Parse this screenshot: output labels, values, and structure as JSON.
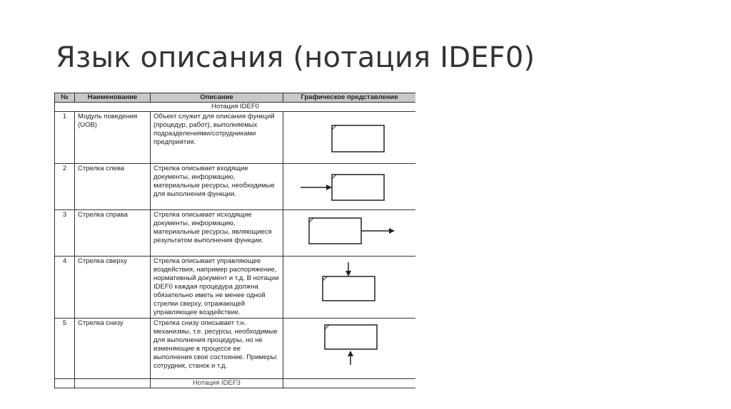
{
  "slide": {
    "title": "Язык описания (нотация IDEF0)"
  },
  "table": {
    "headers": {
      "num": "№",
      "name": "Наименование",
      "desc": "Описание",
      "graphic": "Графическое представление"
    },
    "section": "Нотация IDEF0",
    "rows": [
      {
        "num": "1",
        "name": "Модуль поведения (UOB)",
        "desc": "Объект служит для описания функций (процедур, работ), выполняемых подразделениями/сотрудниками предприятия."
      },
      {
        "num": "2",
        "name": "Стрелка слева",
        "desc": "Стрелка описывает входящие документы, информацию, материальные ресурсы, необходимые для выполнения функции."
      },
      {
        "num": "3",
        "name": "Стрелка справа",
        "desc": "Стрелка описывает исходящие документы, информацию, материальные ресурсы, являющиеся результатом выполнения функции."
      },
      {
        "num": "4",
        "name": "Стрелка сверху",
        "desc": "Стрелка описывает управляющее воздействия, например распоряжение, нормативный документ и т.д. В нотации IDEF0 каждая процедура должна обязательно иметь не менее одной стрелки сверху, отражающей управляющее воздействие."
      },
      {
        "num": "5",
        "name": "Стрелка снизу",
        "desc": "Стрелка снизу описывает т.н. механизмы, т.е. ресурсы, необходимые для выполнения процедуры, но не изменяющие в процессе ее выполнения свое состояние. Примеры: сотрудник, станок и т.д."
      }
    ],
    "bottom_section": "Нотация IDEF3"
  }
}
